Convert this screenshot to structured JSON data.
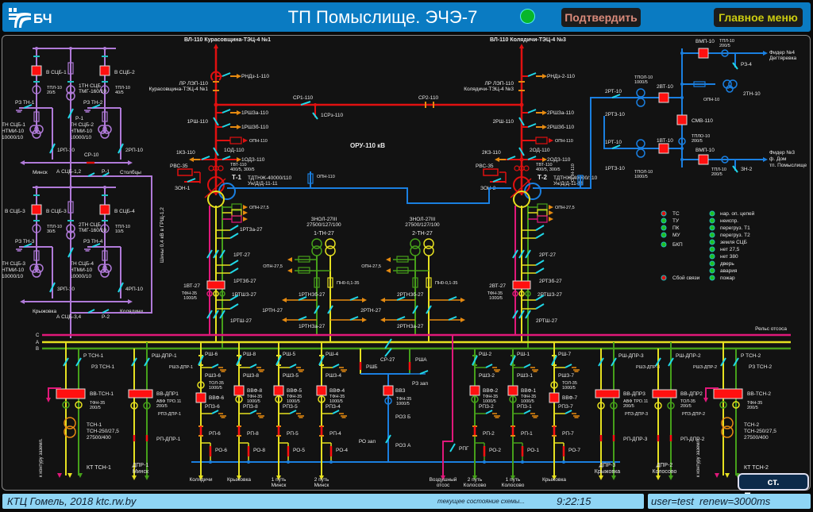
{
  "header": {
    "logo_text": "БЧ",
    "title": "ТП Помыслище. ЭЧЭ-7",
    "confirm_label": "Подтвердить",
    "main_menu_label": "Главное меню",
    "status_led_color": "#08b62a"
  },
  "colors": {
    "bus_110": "#e01010",
    "bus_10": "#1a7fe0",
    "bus_04": "#b07ad8",
    "phase_c": "#e0187a",
    "phase_a": "#e6e020",
    "phase_b": "#46a01a",
    "switch_blade": "#20d8e8",
    "grounding": "#e68a10",
    "breaker": "#ff1010",
    "text": "#e8e8e8"
  },
  "ssb": {
    "top_block": {
      "breaker_left": "В СЦБ-1",
      "breaker_right": "В СЦБ-2",
      "ct_left": [
        "ТПЛ-10",
        "20/5"
      ],
      "ct_right": [
        "ТПЛ-10",
        "40/5"
      ],
      "tn_center": [
        "1ТН СЦБ",
        "ТМГ-160/10"
      ],
      "re_left": "РЗ ТН-1",
      "re_right": "РЗ ТН-2",
      "p_center": "Р-1",
      "vt_left": [
        "ТН СЦБ-1",
        "НТМИ-10",
        "10000/10"
      ],
      "vt_right": [
        "ТН СЦБ-2",
        "НТМИ-10",
        "10000/10"
      ],
      "rp_left": "1РП-10",
      "rp_right": "2РП-10",
      "sr": "СР-10",
      "dir_left": "Минск",
      "dir_right": "Столбцы",
      "link": [
        "А СЦБ-1,2",
        "Р-1"
      ]
    },
    "bottom_block": {
      "breaker_left": "В СЦБ-3",
      "breaker_right": "В СЦБ-4",
      "ct_left": [
        "ТПЛ-10",
        "30/5"
      ],
      "ct_right": [
        "ТПЛ-10",
        "10/5"
      ],
      "tn_center": [
        "2ТН СЦБ",
        "ТМГ-160/10"
      ],
      "re_left": "РЗ ТН-3",
      "re_right": "РЗ ТН-4",
      "vt_left": [
        "ТН СЦБ-3",
        "НТМИ-10",
        "10000/10"
      ],
      "vt_right": [
        "ТН СЦБ-4",
        "НТМИ-10",
        "10000/10"
      ],
      "rp_left": "3РП-10",
      "rp_right": "4РП-10",
      "dir_left": "Крыжовка",
      "dir_right": "Колядичи",
      "link": [
        "А СЦБ-3,4",
        "Р-2"
      ]
    },
    "bus_label": "Шины 0,4 кВ в ГРЩ-1,2"
  },
  "oru110": {
    "title": "ОРУ-110 кВ",
    "line1": {
      "name": "ВЛ-110 Курасовщина-ТЭЦ-4 №1",
      "rnd": "РНДз-1-110",
      "lr": [
        "ЛР ЛЭП-110",
        "Курасовщина-ТЭЦ-4 №1"
      ],
      "rsh": "1РШ-110",
      "rsh_a": "1РШЗа-110",
      "rsh_b": "1РШЗб-110",
      "opn": "ОПН-110",
      "od": "1ОД-110",
      "odz": "1ОДЗ-110",
      "kz": "1КЗ-110",
      "rvs": "РВС-35",
      "zon": "ЗОН-1",
      "tvt": [
        "ТВТ-110",
        "400/5, 300/5"
      ],
      "tr": "Т-1",
      "tr_type": [
        "ТДТНЖ-40000/110",
        "Ун/Д/Д-11-11"
      ]
    },
    "line2": {
      "name": "ВЛ-110 Колядичи-ТЭЦ-4 №3",
      "rnd": "РНДз-2-110",
      "lr": [
        "ЛР ЛЭП-110",
        "Колядичи-ТЭЦ-4 №3"
      ],
      "rsh": "2РШ-110",
      "rsh_a": "2РШЗа-110",
      "rsh_b": "2РШЗб-110",
      "opn": "ОПН-110",
      "od": "2ОД-110",
      "odz": "2ОДЗ-110",
      "kz": "2КЗ-110",
      "rvs": "РВС-35",
      "zon": "ЗОН-2",
      "tvt": [
        "ТВТ-110",
        "400/5, 300/5"
      ],
      "tr": "Т-2",
      "tr_type": [
        "ТДТНЖ-40000/110",
        "Ун/Д/Д-11-11"
      ]
    },
    "sr1": "СР1-110",
    "sr1z": "1СРз-110",
    "sr2": "СР2-110",
    "opn_blue": "ОПН-110",
    "opn_blue2": "ОПН-110"
  },
  "ru10": {
    "feeder4": [
      "Фидер №4",
      "Дегтяревка"
    ],
    "feeder3": [
      "Фидер №3",
      "ф. Дом",
      "тп. Помыслище"
    ],
    "vmp_top": "ВМП-10",
    "vmp_bot": "ВМП-10",
    "tpl_top": [
      "ТПЛ-10",
      "200/5"
    ],
    "tpl_bot": [
      "ТПЛ-10",
      "200/5"
    ],
    "rz4": "РЗ-4",
    "zn2": "ЗН-2",
    "tn2": "2ТН-10",
    "opn10": "ОПН-10",
    "smv": "СМВ-110",
    "tplo": [
      "ТПЛО-10",
      "200/5"
    ],
    "vt2": "2ВТ-10",
    "vt1": "1ВТ-10",
    "tpol_top": [
      "ТПОЛ-10",
      "1000/5"
    ],
    "tpol_bot": [
      "ТПОЛ-10",
      "1000/5"
    ],
    "rt2": "2РТ-10",
    "rtz2": "2РТЗ-10",
    "rt1": "1РТ-10",
    "rtz1": "1РТЗ-10"
  },
  "legend": {
    "left": [
      {
        "label": "ТС",
        "color": "#e01010"
      },
      {
        "label": "ТУ",
        "color": "#20c020"
      },
      {
        "label": "ПК",
        "color": "#20c020"
      },
      {
        "label": "МУ",
        "color": "#20c020"
      },
      {
        "label": "БКП",
        "color": "#20c020"
      },
      {
        "label": "Сбой связи",
        "color": "#e01010"
      }
    ],
    "right": [
      {
        "label": "нар. оп. цепей",
        "color": "#20c020"
      },
      {
        "label": "неиспр.",
        "color": "#20c020"
      },
      {
        "label": "перегруз. Т1",
        "color": "#20c020"
      },
      {
        "label": "перегруз. Т2",
        "color": "#20c020"
      },
      {
        "label": "земля СЦБ",
        "color": "#20c020"
      },
      {
        "label": "нет 27,5",
        "color": "#20c020"
      },
      {
        "label": "нет 380",
        "color": "#20c020"
      },
      {
        "label": "дверь",
        "color": "#20c020"
      },
      {
        "label": "авария",
        "color": "#20c020"
      },
      {
        "label": "пожар",
        "color": "#20c020"
      }
    ]
  },
  "t27": {
    "left": {
      "opn": "ОПН-27,5",
      "rtz_a": "1РТЗа-27",
      "rt": "1РТ-27",
      "rtz_b": "1РТЗб-27",
      "vt": "1ВТ-27",
      "tfn": [
        "ТФН-35",
        "1000/5"
      ],
      "rtsh_z": "1РТШЗ-27",
      "rtsh": "1РТШ-27"
    },
    "right": {
      "opn": "ОПН-27,5",
      "rt": "2РТ-27",
      "rtz_b": "2РТЗб-27",
      "vt": "2ВТ-27",
      "tfn": [
        "ТФН-35",
        "1000/5"
      ],
      "rtsh_z": "2РТШЗ-27",
      "rtsh": "2РТШ-27"
    },
    "tn1": {
      "type": [
        "ЗНОЛ-27III",
        "27500/127/100"
      ],
      "name": "1-ТН-27",
      "opn": "ОПН-27,5",
      "pn": "ПН0-0,1-35",
      "rtnz_b": "1РТНЗб-27",
      "rtn": "1РТН-27",
      "rtnz_a": "1РТНЗа-27"
    },
    "tn2": {
      "type": [
        "ЗНОЛ-27III",
        "27500/127/100"
      ],
      "name": "2-ТН-27",
      "opn": "ОПН-27,5",
      "pn": "ПН0-0,1-35",
      "rtnz_b": "2РТНЗб-27",
      "rtn": "2РТН-27",
      "rtnz_a": "2РТНЗа-27"
    },
    "rails": "Рельс отсоса",
    "phases": [
      "С",
      "А",
      "В"
    ],
    "sr27": "СР-27"
  },
  "feeders27": {
    "tsn1": {
      "r": "Р ТСН-1",
      "rz": "РЗ ТСН-1",
      "vv": "ВВ-ТСН-1",
      "tfn": [
        "ТФН-35",
        "200/5"
      ],
      "tsn": [
        "ТСН-1",
        "ТСН-250/27,5",
        "27500/400"
      ],
      "kt": "КТ ТСН-1",
      "ground": "к контуру заземл."
    },
    "dpr1": {
      "rsh": "РШ-ДПР-1",
      "rshz": "РШЗ-ДПР-1",
      "vv": "ВВ-ДПР1",
      "ct": [
        "АВФ ТРО.11",
        "200/5"
      ],
      "rpz": "РПЗ-ДПР-1",
      "rp": "РП-ДПР-1",
      "dir": [
        "ДПР-1",
        "Минск"
      ]
    },
    "f6": {
      "rsh": "РШ-6",
      "rshz": "РШЗ-6",
      "ct": [
        "ТОЛ-35",
        "1000/5"
      ],
      "vv": "ВВФ-6",
      "rpz": "РПЗ-6",
      "rp": "РП-6",
      "ro": "РО-6",
      "dir": [
        "Колядичи"
      ]
    },
    "f8": {
      "rsh": "РШ-8",
      "rshz": "РШЗ-8",
      "vv": "ВВФ-8",
      "ct": [
        "ТФН-35",
        "1000/5"
      ],
      "rpz": "РПЗ-8",
      "rp": "РП-8",
      "ro": "РО-8",
      "dir": [
        "Крыжовка"
      ]
    },
    "f5": {
      "rsh": "РШ-5",
      "rshz": "РШЗ-5",
      "vv": "ВВФ-5",
      "ct": [
        "ТФН-35",
        "1000/5"
      ],
      "rpz": "РПЗ-5",
      "rp": "РП-5",
      "ro": "РО-5",
      "dir": [
        "1 путь",
        "Минск"
      ]
    },
    "f4": {
      "rsh": "РШ-4",
      "rshz": "РШЗ-4",
      "vv": "ВВФ-4",
      "ct": [
        "ТФН-35",
        "1000/5"
      ],
      "rpz": "РПЗ-4",
      "rp": "РП-4",
      "ro": "РО-4",
      "dir": [
        "2 путь",
        "Минск"
      ]
    },
    "spare": {
      "rshb": "РШБ",
      "rsha": "РШA",
      "rz": "РЗ зап",
      "vvz": "ВВЗ",
      "ct": [
        "ТФН-35",
        "1000/5"
      ],
      "roz_b": "РОЗ Б",
      "ro": "РО зап",
      "roz_a": "РОЗ А",
      "rpg": "РПГ",
      "air": [
        "Воздушный",
        "отсос"
      ]
    },
    "f2": {
      "rsh": "РШ-2",
      "rshz": "РШЗ-2",
      "vv": "ВВФ-2",
      "ct": [
        "ТФН-35",
        "1000/5"
      ],
      "rpz": "РПЗ-2",
      "rp": "РП-2",
      "ro": "РО-2",
      "dir": [
        "2 путь",
        "Колосово"
      ]
    },
    "f1": {
      "rsh": "РШ-1",
      "rshz": "РШЗ-1",
      "vv": "ВВФ-1",
      "ct": [
        "ТФН-35",
        "1000/5"
      ],
      "rpz": "РПЗ-1",
      "rp": "РП-1",
      "ro": "РО-1",
      "dir": [
        "1 путь",
        "Колосово"
      ]
    },
    "f7": {
      "rsh": "РШ-7",
      "rshz": "РШЗ-7",
      "ct": [
        "ТОЛ-35",
        "1000/5"
      ],
      "vv": "ВВФ-7",
      "rpz": "РПЗ-7",
      "rp": "РП-7",
      "ro": "РО-7",
      "dir": [
        "Крыжовка"
      ]
    },
    "dpr3": {
      "rsh": "РШ-ДПР-3",
      "rshz": "РШЗ-ДПР-3",
      "vv": "ВВ-ДПР3",
      "ct": [
        "АВФ ТРО.11",
        "200/5"
      ],
      "rpz": "РПЗ-ДПР-3",
      "rp": "РП-ДПР-3",
      "dir": [
        "ДПР-3",
        "Крыжовка"
      ]
    },
    "dpr2": {
      "rsh": "РШ-ДПР-2",
      "rshz": "РШЗ-ДПР-2",
      "vv": "ВВ-ДПР2",
      "ct": [
        "ТОЛ-35",
        "200/5"
      ],
      "rpz": "РПЗ-ДПР-2",
      "rp": "РП-ДПР-2",
      "dir": [
        "ДПР-2",
        "Колосово"
      ]
    },
    "tsn2": {
      "r": "Р ТСН-2",
      "rz": "РЗ ТСН-2",
      "vv": "ВВ-ТСН-2",
      "tfn": [
        "ТФН-35",
        "200/5"
      ],
      "tsn": [
        "ТСН-2",
        "ТСН-250/27,5",
        "27500/400"
      ],
      "kt": "КТ ТСН-2",
      "ground": "к контуру заземл."
    }
  },
  "station_button": "ст. Помыслище",
  "footer": {
    "org": "КТЦ Гомель, 2018 ktc.rw.by",
    "state": "текущее состояние схемы...",
    "time": "9:22:15",
    "session": "user=test  renew=3000ms"
  }
}
